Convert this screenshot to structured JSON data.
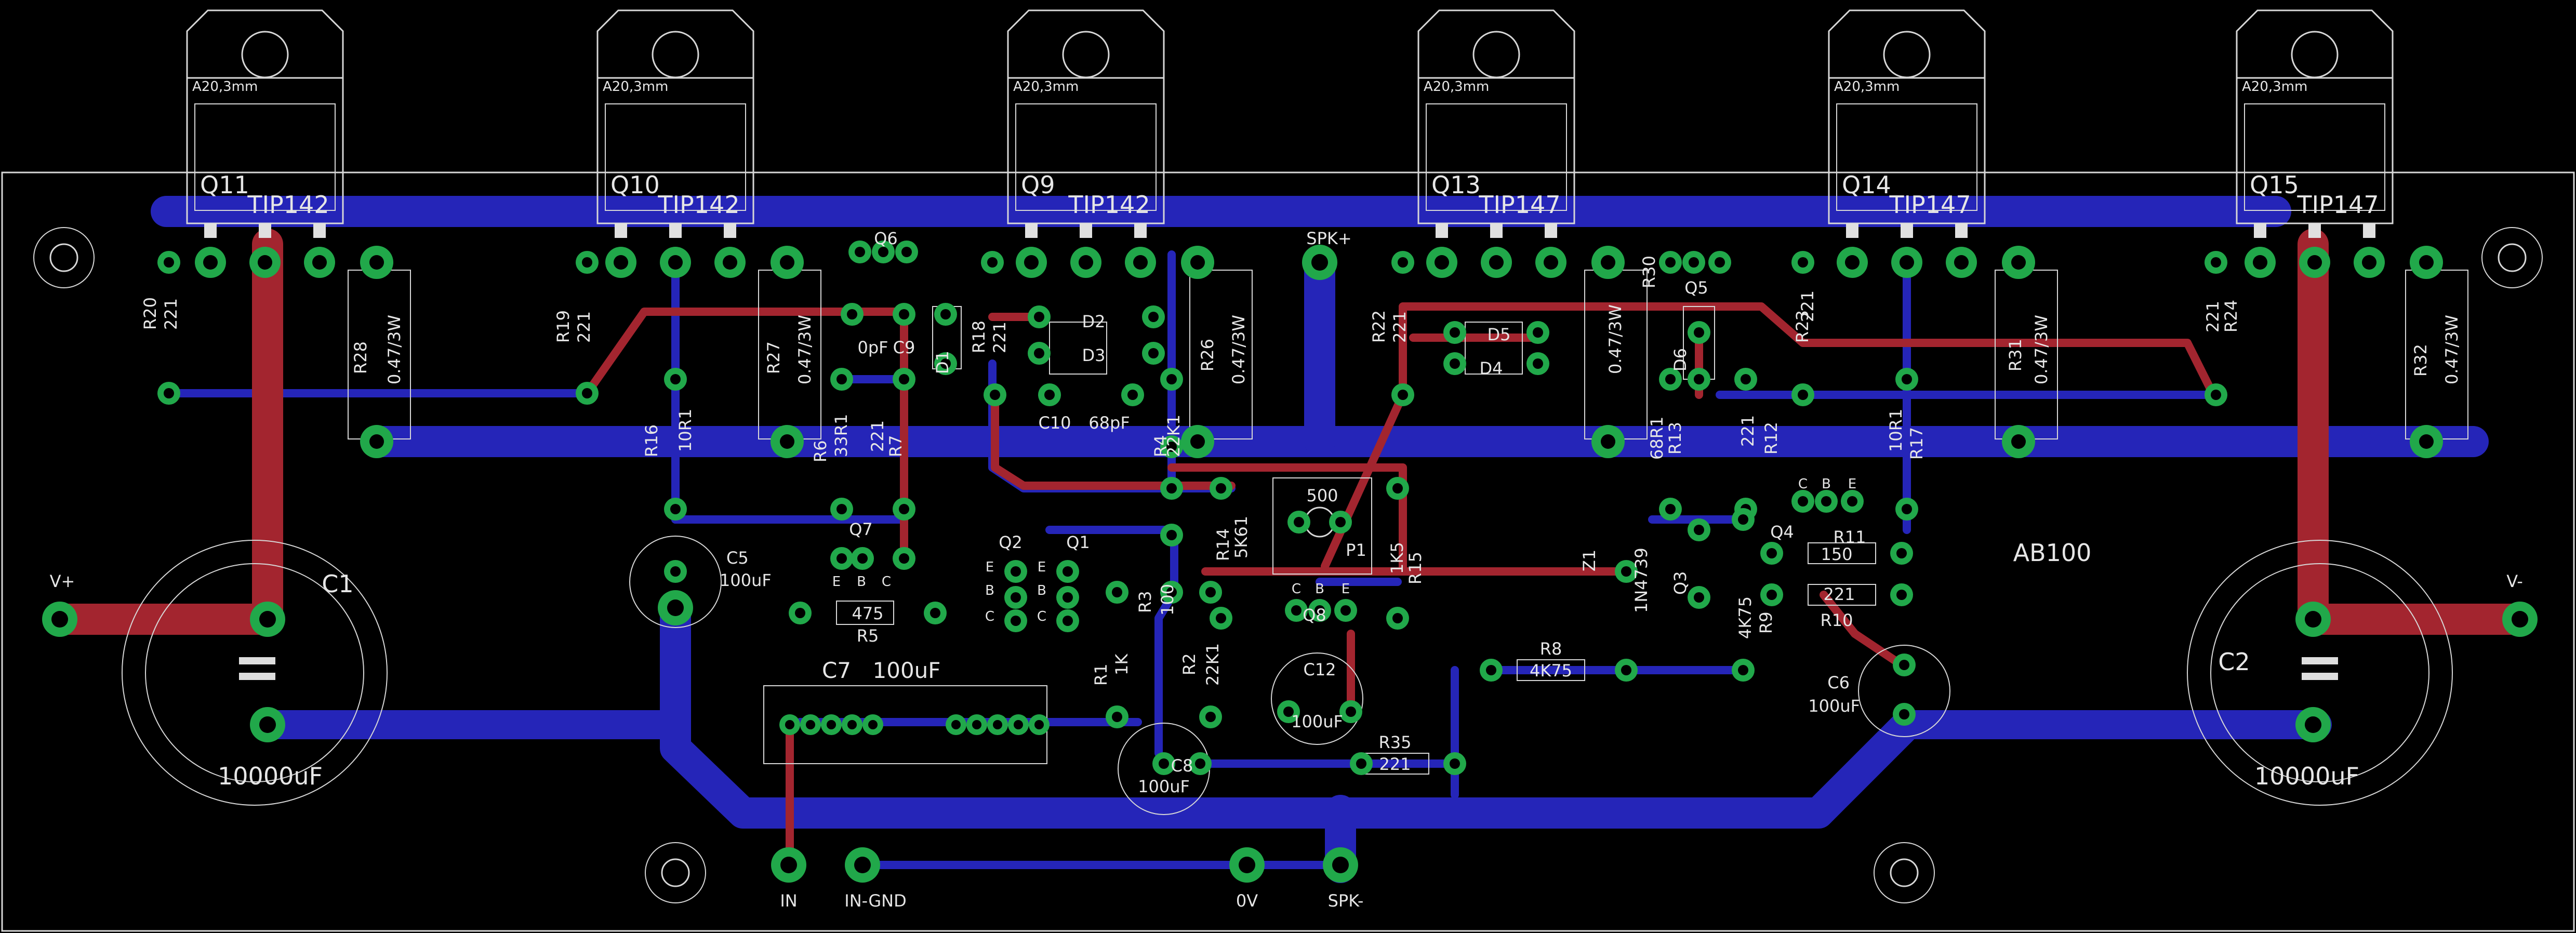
{
  "board": {
    "label": "AB100"
  },
  "transistors": [
    {
      "ref": "Q11",
      "type": "TIP142",
      "pkg": "A20,3mm"
    },
    {
      "ref": "Q10",
      "type": "TIP142",
      "pkg": "A20,3mm"
    },
    {
      "ref": "Q9",
      "type": "TIP142",
      "pkg": "A20,3mm"
    },
    {
      "ref": "Q13",
      "type": "TIP147",
      "pkg": "A20,3mm"
    },
    {
      "ref": "Q14",
      "type": "TIP147",
      "pkg": "A20,3mm"
    },
    {
      "ref": "Q15",
      "type": "TIP147",
      "pkg": "A20,3mm"
    }
  ],
  "big_caps": {
    "c1": {
      "ref": "C1",
      "value": "10000uF"
    },
    "c2": {
      "ref": "C2",
      "value": "10000uF"
    }
  },
  "connectors": {
    "vplus": "V+",
    "vminus": "V-",
    "in": "IN",
    "in_gnd": "IN-GND",
    "zero_v": "0V",
    "spk_minus": "SPK-",
    "spk_plus": "SPK+"
  },
  "parts": {
    "r20": "R20",
    "r20v": "221",
    "r28": "R28",
    "r28v": "0.47/3W",
    "r19": "R19",
    "r19v": "221",
    "r27": "R27",
    "r27v": "0.47/3W",
    "r18": "R18",
    "r18v": "221",
    "r26": "R26",
    "r26v": "0.47/3W",
    "r22": "R22",
    "r22v": "221",
    "r30": "R30",
    "r30v": "0.47/3W",
    "r23": "R23",
    "r23v": "221",
    "r31": "R31",
    "r31v": "0.47/3W",
    "r24": "R24",
    "r24v": "221",
    "r32": "R32",
    "r32v": "0.47/3W",
    "r16": "R16",
    "r16v": "10R1",
    "r17": "R17",
    "r17v": "10R1",
    "r6": "R6",
    "r6v": "33R1",
    "r7": "R7",
    "r7v": "221",
    "r4": "R4",
    "r4v": "22K1",
    "r13": "R13",
    "r13v": "68R1",
    "r12": "R12",
    "r12v": "221",
    "r14": "R14",
    "r14v": "5K61",
    "r15": "R15",
    "r15v": "1K5",
    "r5": "R5",
    "r5v": "475",
    "r3": "R3",
    "r3v": "100",
    "r1": "R1",
    "r1v": "1K",
    "r2": "R2",
    "r2v": "22K1",
    "r8": "R8",
    "r8v": "4K75",
    "r9": "R9",
    "r9v": "4K75",
    "r10": "R10",
    "r10v": "221",
    "r11": "R11",
    "r11v": "150",
    "r35": "R35",
    "r35v": "221",
    "c5": "C5",
    "c5v": "100uF",
    "c6": "C6",
    "c6v": "100uF",
    "c7": "C7",
    "c7v": "100uF",
    "c8": "C8",
    "c8v": "100uF",
    "c9": "C9",
    "c9v": "0pF",
    "c10": "C10",
    "c10v": "68pF",
    "c12": "C12",
    "c12v": "100uF",
    "q1": "Q1",
    "q2": "Q2",
    "q3": "Q3",
    "q4": "Q4",
    "q5": "Q5",
    "q6": "Q6",
    "q7": "Q7",
    "q8": "Q8",
    "d1": "D1",
    "d2": "D2",
    "d3": "D3",
    "d4": "D4",
    "d5": "D5",
    "d6": "D6",
    "z1": "Z1",
    "z1v": "1N4739",
    "p1": "P1",
    "p1v": "500",
    "c": "C",
    "b": "B",
    "e": "E"
  },
  "colors": {
    "background": "#000000",
    "bottom_copper": "#2525b8",
    "top_copper": "#a3252f",
    "pad": "#21a84a",
    "silkscreen": "#d7d7d7"
  }
}
